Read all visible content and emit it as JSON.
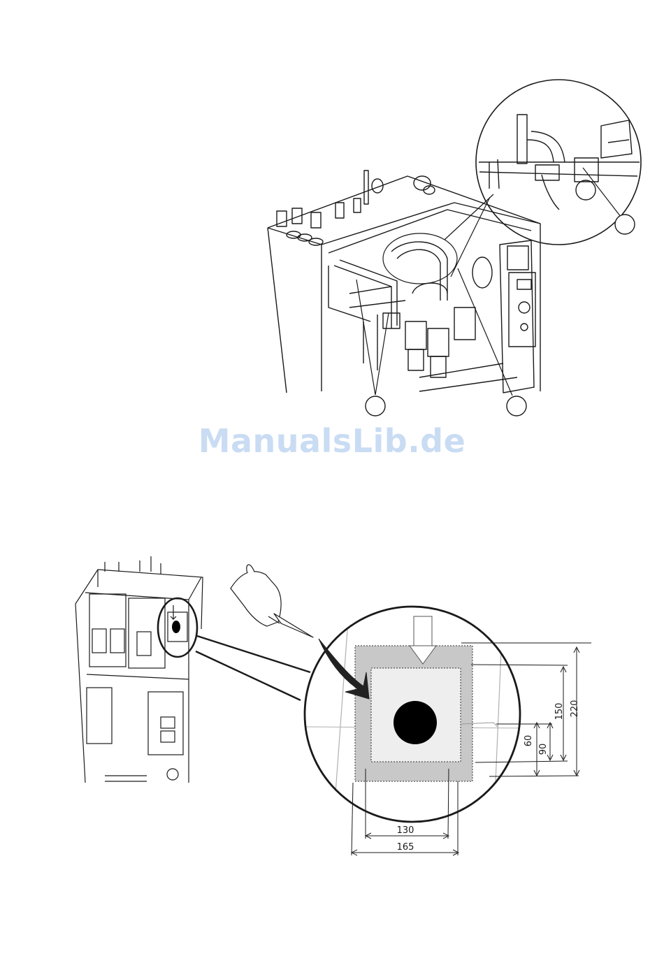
{
  "watermark": {
    "text": "ManualsLib.de",
    "color": "#c9dcf3"
  },
  "figure_top": {
    "callouts": [
      {
        "id": "callout-lower-left",
        "label": ""
      },
      {
        "id": "callout-lower-right",
        "label": ""
      },
      {
        "id": "callout-detail",
        "label": ""
      }
    ]
  },
  "figure_bottom": {
    "dimensions": {
      "width_inner": "130",
      "width_outer": "165",
      "height_60": "60",
      "height_90": "90",
      "height_150": "150",
      "height_220": "220"
    }
  },
  "colors": {
    "line": "#1a1a1a",
    "outer_frame": "#c8c8c8",
    "inner_panel": "#eeeeee",
    "hole": "#000000"
  }
}
